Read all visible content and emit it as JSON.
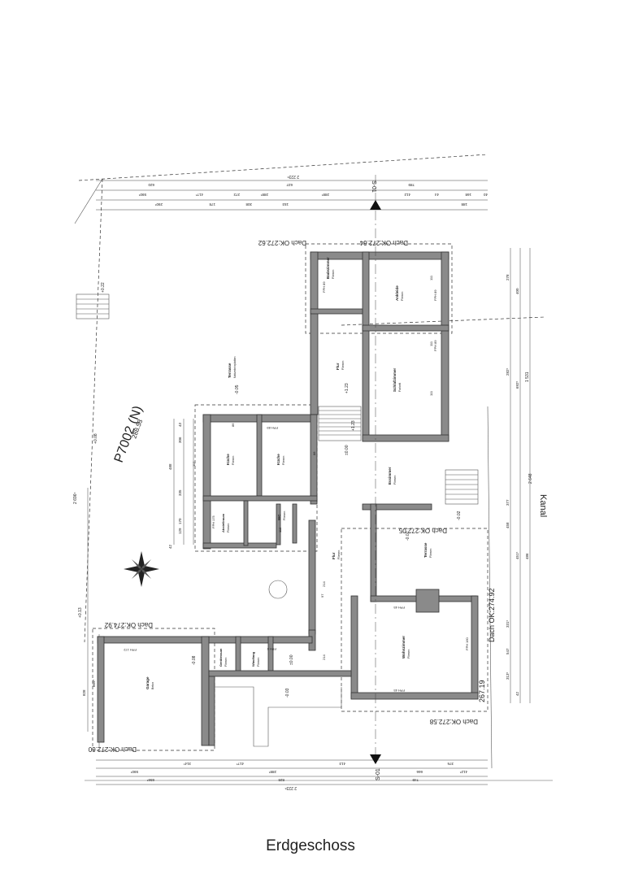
{
  "caption": "Erdgeschoss",
  "parcel": {
    "id": "P7002 (N)",
    "area": "288.53"
  },
  "street_label": "Kanal",
  "rooms": [
    {
      "name": "Badezimmer",
      "floor": "Fliesen"
    },
    {
      "name": "Ankleide",
      "floor": "Fliesen"
    },
    {
      "name": "Schlafzimmer",
      "floor": "Parkett"
    },
    {
      "name": "Flur",
      "floor": "Fliesen"
    },
    {
      "name": "Terrasse",
      "floor": "Natursteinplatten"
    },
    {
      "name": "Küche",
      "floor": "Fliesen"
    },
    {
      "name": "Küche",
      "floor": "Fliesen"
    },
    {
      "name": "Essimmer",
      "floor": "Fliesen"
    },
    {
      "name": "Abstellraum",
      "floor": "Fliesen"
    },
    {
      "name": "WC",
      "floor": "Fliesen"
    },
    {
      "name": "Flur",
      "floor": "Fliesen"
    },
    {
      "name": "Terrasse",
      "floor": "Fliesen"
    },
    {
      "name": "Wohnzimmer",
      "floor": "Fliesen"
    },
    {
      "name": "Garage",
      "floor": "Beton"
    },
    {
      "name": "Geräteraum",
      "floor": "Fliesen"
    },
    {
      "name": "Windfang",
      "floor": "Fliesen"
    }
  ],
  "roof_labels": [
    "Dach OK:272.62",
    "Dach OK:272.64",
    "Dach OK:272.05",
    "Dach OK:274.92",
    "Dach OK:274.92",
    "Dach OK:272.58",
    "Dach OK:272.60"
  ],
  "level_marks": [
    "±0.00",
    "±0.00",
    "-0.02",
    "-0.02",
    "-0.05",
    "-0.08",
    "-0.03",
    "+1.23",
    "+1.23"
  ],
  "spot_heights": [
    "267.19",
    "+0.22",
    "+0.13",
    "+0.08",
    "2 648"
  ],
  "section_marks": [
    "S-01",
    "S-01"
  ],
  "window_tags": [
    "FPH 89",
    "FPH 89",
    "FPH 89",
    "FPH 172",
    "FPH 45",
    "FPH 45",
    "FPH 160",
    "FPH 175",
    "FPH 89",
    "FPH 0"
  ],
  "door_tags": [
    "111",
    "111",
    "111",
    "117",
    "118",
    "97",
    "214",
    "214",
    "86",
    "88"
  ],
  "top_dimensions": [
    "2 223⁵",
    "637",
    "789",
    "620",
    "590⁵",
    "417⁵",
    "290⁵",
    "178",
    "272",
    "308",
    "288⁵",
    "153",
    "288⁵",
    "412",
    "188",
    "44",
    "168",
    "40"
  ],
  "bottom_dimensions": [
    "2 223⁵",
    "828",
    "656⁵",
    "590⁵",
    "417⁵",
    "288⁵",
    "413",
    "749",
    "666",
    "376",
    "314⁵",
    "412⁵"
  ],
  "left_dimensions": [
    "2 696⁵",
    "828",
    "869⁵",
    "488",
    "42",
    "335",
    "170",
    "129",
    "306",
    "43"
  ],
  "right_dimensions": [
    "1 531",
    "692⁵",
    "486",
    "458",
    "278",
    "400",
    "282⁵",
    "377",
    "547",
    "451⁵",
    "331⁵",
    "313⁵",
    "42"
  ]
}
